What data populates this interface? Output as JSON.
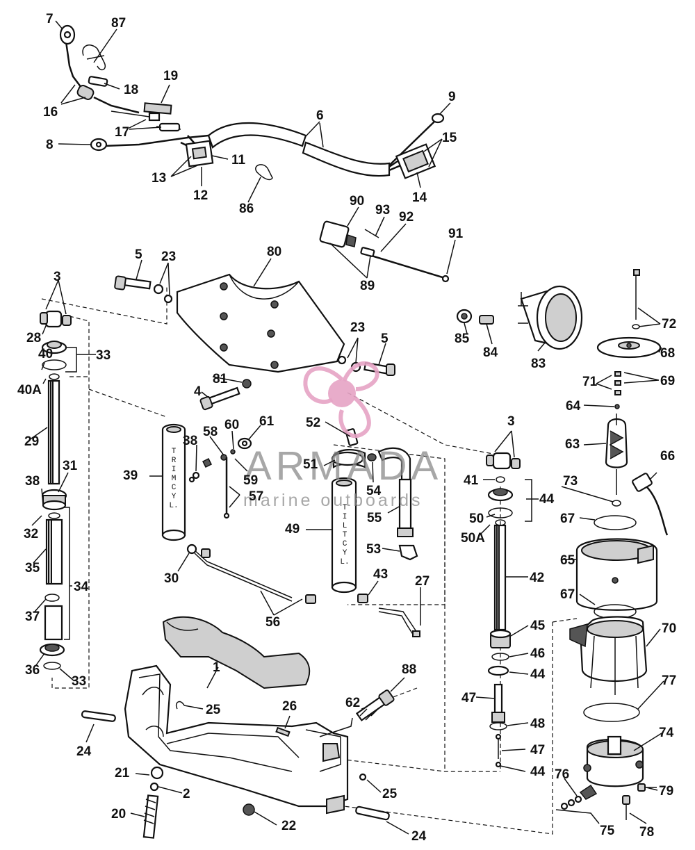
{
  "diagram": {
    "callouts": [
      "7",
      "87",
      "16",
      "18",
      "19",
      "17",
      "8",
      "6",
      "9",
      "15",
      "13",
      "11",
      "12",
      "14",
      "86",
      "90",
      "93",
      "92",
      "91",
      "89",
      "5",
      "23",
      "80",
      "3",
      "28",
      "40",
      "33",
      "40A",
      "81",
      "4",
      "23",
      "5",
      "85",
      "84",
      "83",
      "72",
      "68",
      "71",
      "69",
      "64",
      "63",
      "29",
      "31",
      "38",
      "32",
      "35",
      "34",
      "37",
      "36",
      "33",
      "38",
      "58",
      "60",
      "61",
      "39",
      "59",
      "57",
      "52",
      "51",
      "54",
      "55",
      "49",
      "53",
      "30",
      "56",
      "43",
      "27",
      "3",
      "41",
      "44",
      "50",
      "50A",
      "42",
      "45",
      "46",
      "44",
      "47",
      "48",
      "47",
      "44",
      "73",
      "67",
      "65",
      "66",
      "67",
      "70",
      "77",
      "74",
      "76",
      "79",
      "75",
      "78",
      "1",
      "25",
      "24",
      "21",
      "2",
      "20",
      "26",
      "62",
      "88",
      "25",
      "22",
      "24"
    ],
    "cylinder_labels": {
      "trim": [
        "T",
        "R",
        "I",
        "M",
        "C",
        "Y",
        "L."
      ],
      "tilt": [
        "T",
        "I",
        "L",
        "T",
        "C",
        "Y",
        "L."
      ]
    }
  },
  "watermark": {
    "brand": "ARMADA",
    "tagline": "marine outboards",
    "accent_color": "#e6a3c4",
    "text_color": "#8a8a8a"
  },
  "colors": {
    "line": "#111111",
    "background": "#ffffff"
  }
}
